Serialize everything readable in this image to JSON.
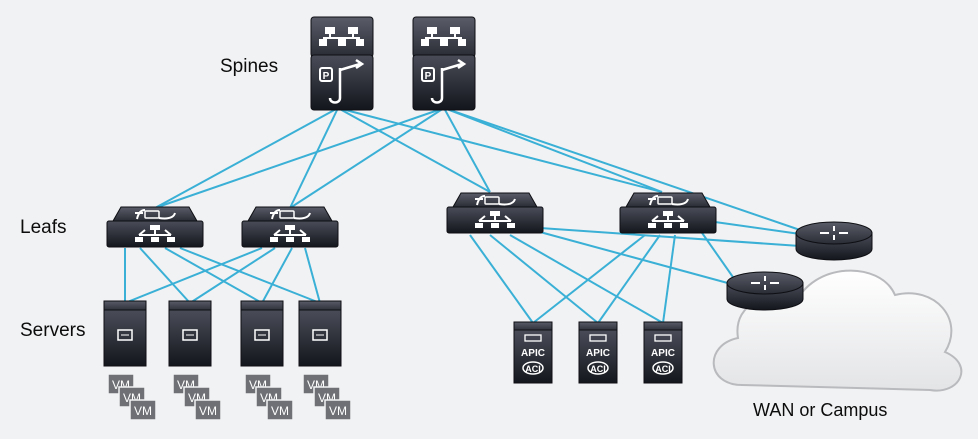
{
  "labels": {
    "spines": "Spines",
    "leafs": "Leafs",
    "servers": "Servers",
    "wan": "WAN or Campus"
  },
  "device_text": {
    "apic": "APIC",
    "aci": "ACI",
    "vm": "VM",
    "p_badge": "P"
  },
  "colors": {
    "link": "#3ab0d6",
    "device_dark": "#1b1d26",
    "device_top": "#3a3d48",
    "vm_box": "#6e7075",
    "cloud_stroke": "#b9babd",
    "background": "#f1f2f3"
  },
  "icons": {
    "spine": "fabric-switch-icon",
    "leaf": "leaf-switch-icon",
    "router": "router-icon",
    "server": "server-icon",
    "apic": "apic-controller-icon",
    "cloud": "cloud-icon"
  }
}
